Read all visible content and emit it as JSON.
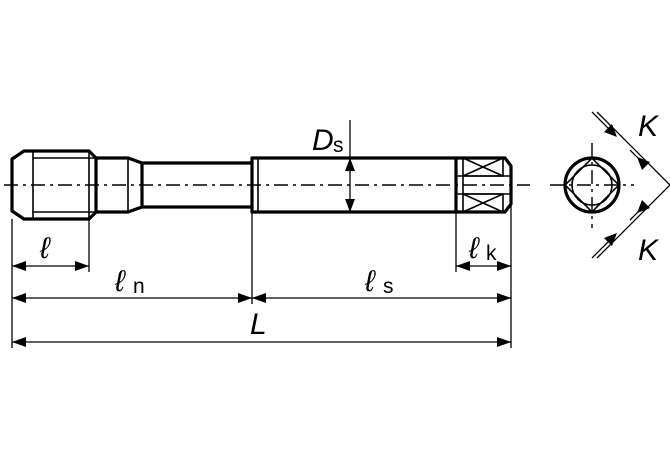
{
  "labels": {
    "thread_length": "ℓ",
    "neck_length": "ℓ",
    "neck_length_sub": "n",
    "shank_length": "ℓ",
    "shank_length_sub": "s",
    "square_length": "ℓ",
    "square_length_sub": "k",
    "overall_length": "L",
    "shank_diameter": "D",
    "shank_diameter_sub": "s",
    "square_top": "K",
    "square_bottom": "K"
  }
}
